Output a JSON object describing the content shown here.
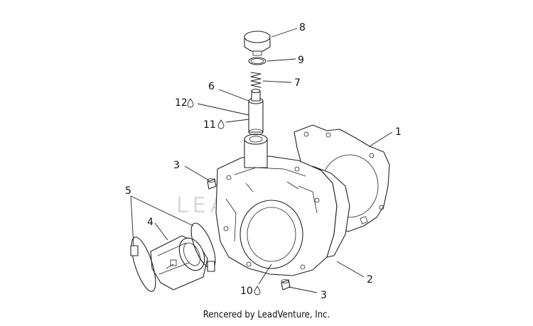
{
  "watermark": "LEADVENTURE",
  "footer": "Rencered by LeadVenture, Inc.",
  "callouts": {
    "c1": "1",
    "c2": "2",
    "c3a": "3",
    "c3b": "3",
    "c4": "4",
    "c5": "5",
    "c6": "6",
    "c7": "7",
    "c8": "8",
    "c9": "9",
    "c10": "10",
    "c11": "11",
    "c12": "12"
  },
  "icons": {
    "lubricant": "oil-drop-icon"
  }
}
